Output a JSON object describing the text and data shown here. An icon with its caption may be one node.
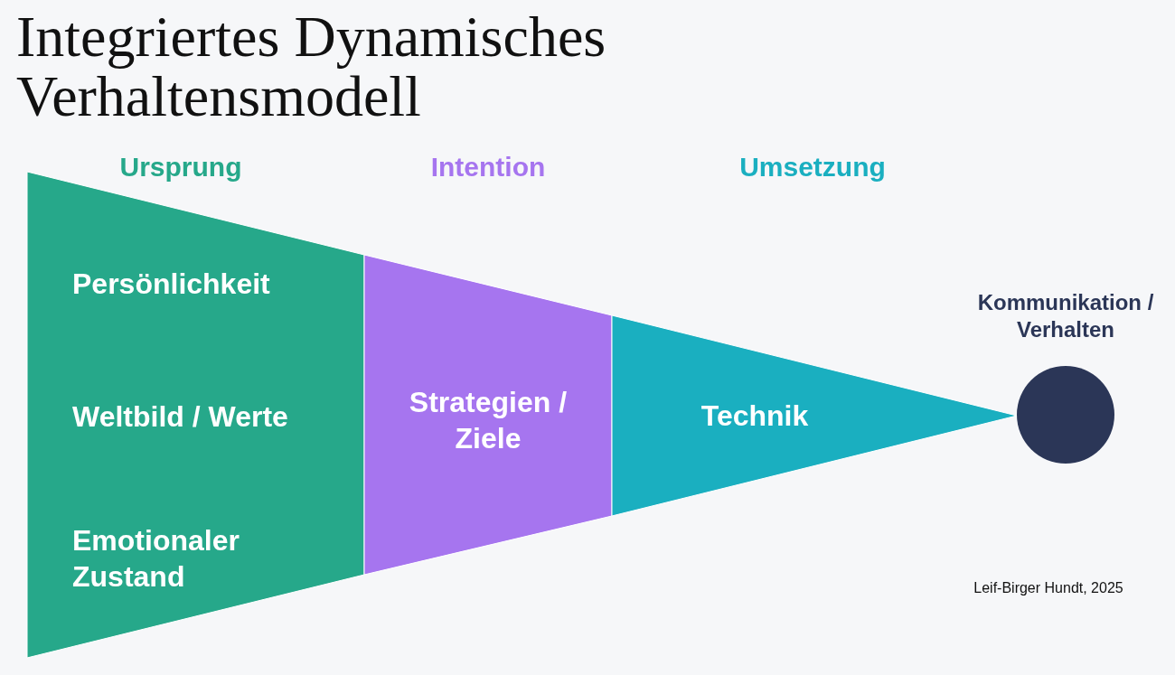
{
  "diagram": {
    "title": "Integriertes Dynamisches Verhaltensmodell",
    "nodes": [
      {
        "text": [
          "Ursprung",
          "Persönlichkeit",
          "Weltbild / Werte",
          "Emotionaler Zustand"
        ]
      },
      {
        "text": [
          "Intention",
          "Strategien / Ziele"
        ]
      },
      {
        "text": [
          "Umsetzung",
          "Technik"
        ]
      },
      {
        "text": [
          "Kommunikation / Verhalten"
        ]
      }
    ],
    "edges": [],
    "labels": [
      "Leif-Birger Hundt, 2025"
    ]
  }
}
